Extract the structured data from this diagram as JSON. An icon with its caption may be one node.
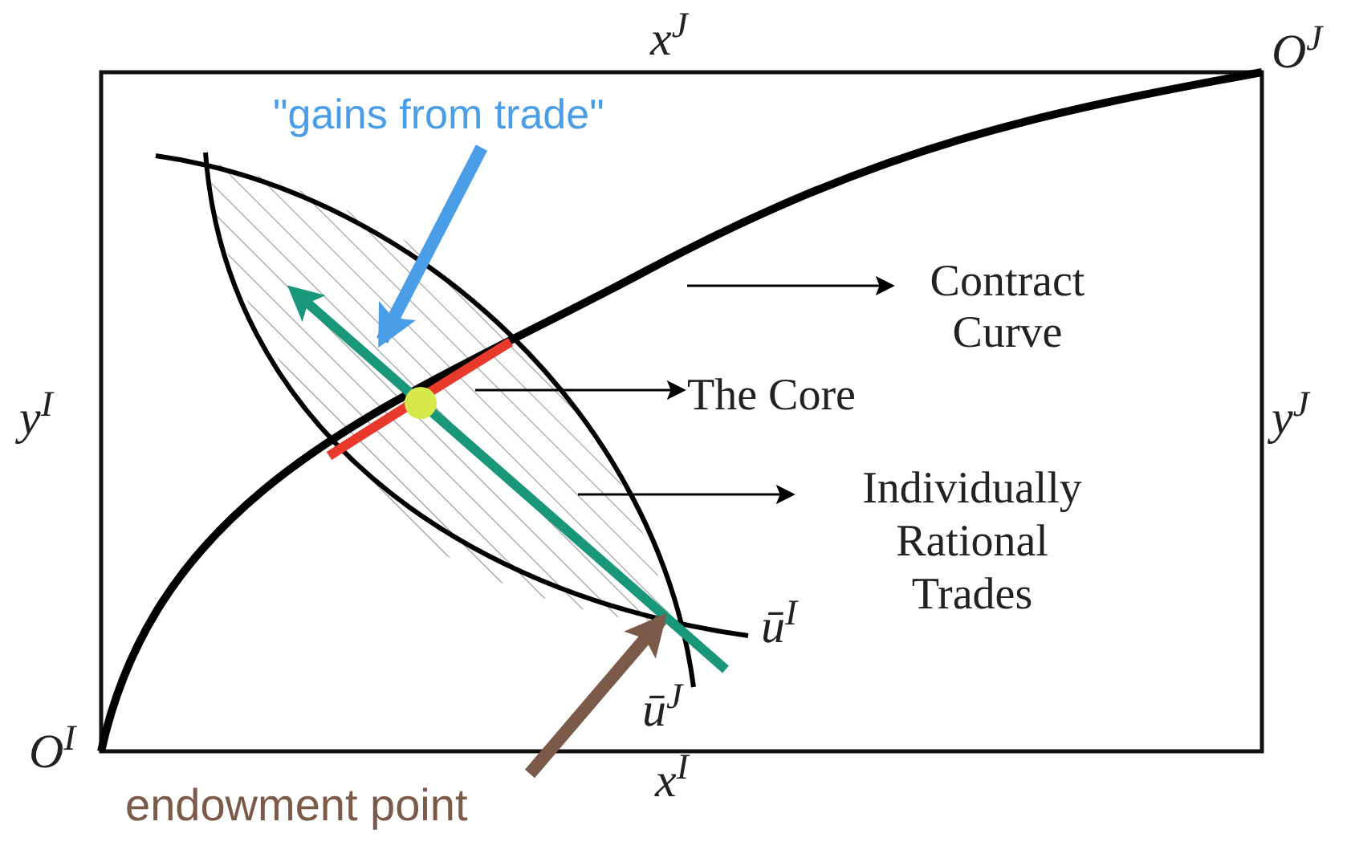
{
  "diagram": {
    "nodes": [
      {
        "text": [
          "\"gains from trade\""
        ]
      },
      {
        "text": [
          "Contract Curve"
        ]
      },
      {
        "text": [
          "The Core"
        ]
      },
      {
        "text": [
          "Individually Rational Trades"
        ]
      },
      {
        "text": [
          "endowment point"
        ]
      }
    ],
    "edges": [
      {
        "from": 0,
        "to": null,
        "arrow": "to",
        "style": "thick",
        "color": "#4a9ee8"
      },
      {
        "from": null,
        "to": 1,
        "arrow": "to"
      },
      {
        "from": null,
        "to": 2,
        "arrow": "to"
      },
      {
        "from": null,
        "to": 3,
        "arrow": "to"
      },
      {
        "from": 4,
        "to": null,
        "arrow": "to",
        "style": "thick",
        "color": "#7b5a4a"
      }
    ],
    "labels": [
      "x$^{J}$",
      "O$^{J}$",
      "y$^{I}$",
      "y$^{J}$",
      "ū$^{I}$",
      "ū$^{J}$",
      "O$^{I}$",
      "x$^{I}$"
    ]
  }
}
